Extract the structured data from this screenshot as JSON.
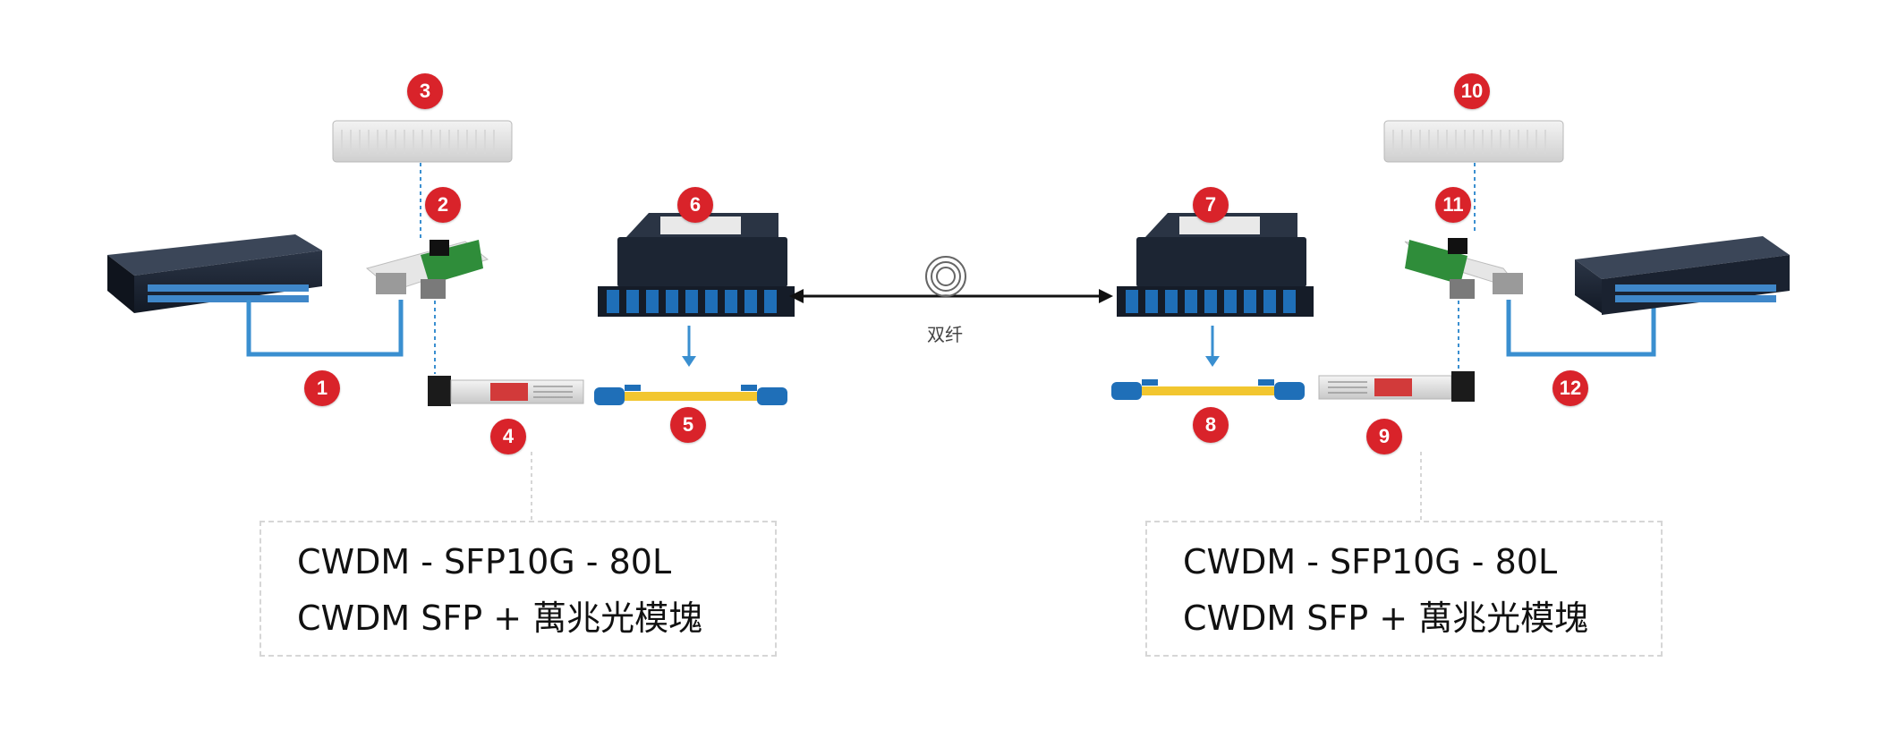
{
  "badges": [
    "1",
    "2",
    "3",
    "4",
    "5",
    "6",
    "7",
    "8",
    "9",
    "10",
    "11",
    "12"
  ],
  "fiber_label": "双纤",
  "callouts": {
    "left": {
      "line1": "CWDM - SFP10G - 80L",
      "line2": "CWDM SFP + 萬兆光模塊"
    },
    "right": {
      "line1": "CWDM - SFP10G - 80L",
      "line2": "CWDM SFP + 萬兆光模塊"
    }
  },
  "colors": {
    "badge": "#d9232a",
    "fiber": "#3a8fd0",
    "device_dark": "#1c2533",
    "port_blue": "#1f6fb8",
    "patch_yellow": "#f2c62f"
  },
  "icons": [
    "ethernet-switch-icon",
    "media-converter-card-icon",
    "chassis-icon",
    "sfp-module-icon",
    "lc-patch-cord-icon",
    "cwdm-mux-icon",
    "fiber-coil-icon"
  ]
}
